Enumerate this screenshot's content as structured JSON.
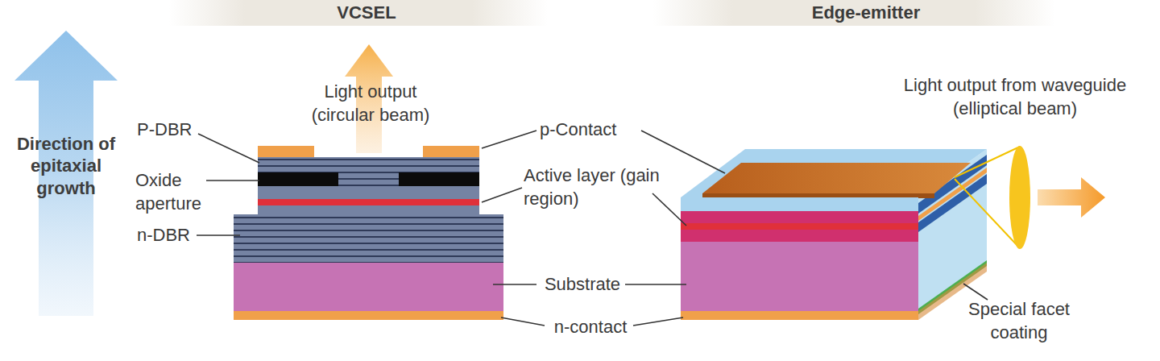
{
  "diagram": {
    "nodes": [
      {
        "text": [
          "Direction of epitaxial growth"
        ]
      },
      {
        "text": [
          "VCSEL"
        ]
      },
      {
        "text": [
          "Edge-emitter"
        ]
      }
    ],
    "labels": [
      "Light output (circular beam)",
      "P-DBR",
      "Oxide aperture",
      "n-DBR",
      "p-Contact",
      "Active layer (gain region)",
      "Substrate",
      "n-contact",
      "Light output from waveguide (elliptical beam)",
      "Special facet coating"
    ]
  }
}
